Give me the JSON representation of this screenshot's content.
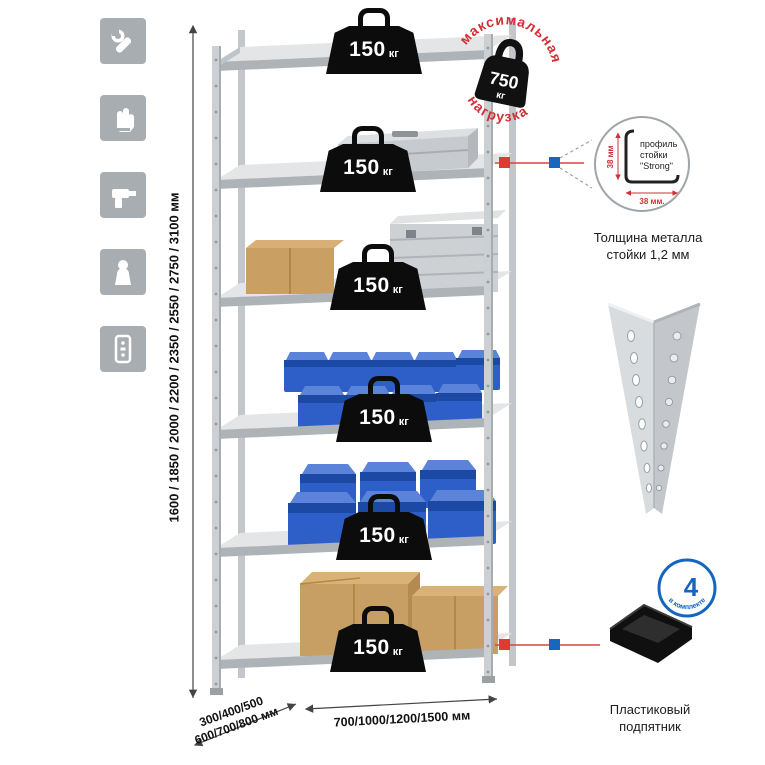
{
  "colors": {
    "accent_red": "#d22f34",
    "accent_blue": "#1565c0",
    "metal_grey": "#ccd0d3",
    "bin_blue": "#2e5fc9",
    "cardboard": "#c79e63",
    "icon_grey": "#a8adb2"
  },
  "sidebar": {
    "icons": [
      {
        "name": "wrench-icon"
      },
      {
        "name": "glove-icon"
      },
      {
        "name": "drill-icon"
      },
      {
        "name": "person-icon"
      },
      {
        "name": "rack-profile-icon"
      }
    ]
  },
  "dimensions": {
    "height": "1600 / 1850 / 2000 / 2200 / 2350 / 2550 / 2750 / 3100 мм",
    "depth_line1": "300/400/500",
    "depth_line2": "600/700/800 мм",
    "width": "700/1000/1200/1500 мм"
  },
  "shelves": [
    {
      "load": "150",
      "unit": "кг"
    },
    {
      "load": "150",
      "unit": "кг"
    },
    {
      "load": "150",
      "unit": "кг"
    },
    {
      "load": "150",
      "unit": "кг"
    },
    {
      "load": "150",
      "unit": "кг"
    },
    {
      "load": "150",
      "unit": "кг"
    }
  ],
  "stamp": {
    "arc_top": "максимальная",
    "arc_bottom": "нагрузка",
    "load": "750",
    "unit": "кг"
  },
  "profile_callout": {
    "line1": "профиль",
    "line2": "стойки",
    "line3": "\"Strong\"",
    "dim_v": "38 мм",
    "dim_h": "38 мм.",
    "caption1": "Толщина металла",
    "caption2": "стойки 1,2 мм"
  },
  "foot_callout": {
    "count": "4",
    "arc_text": "в комплекте",
    "caption1": "Пластиковый",
    "caption2": "подпятник"
  }
}
